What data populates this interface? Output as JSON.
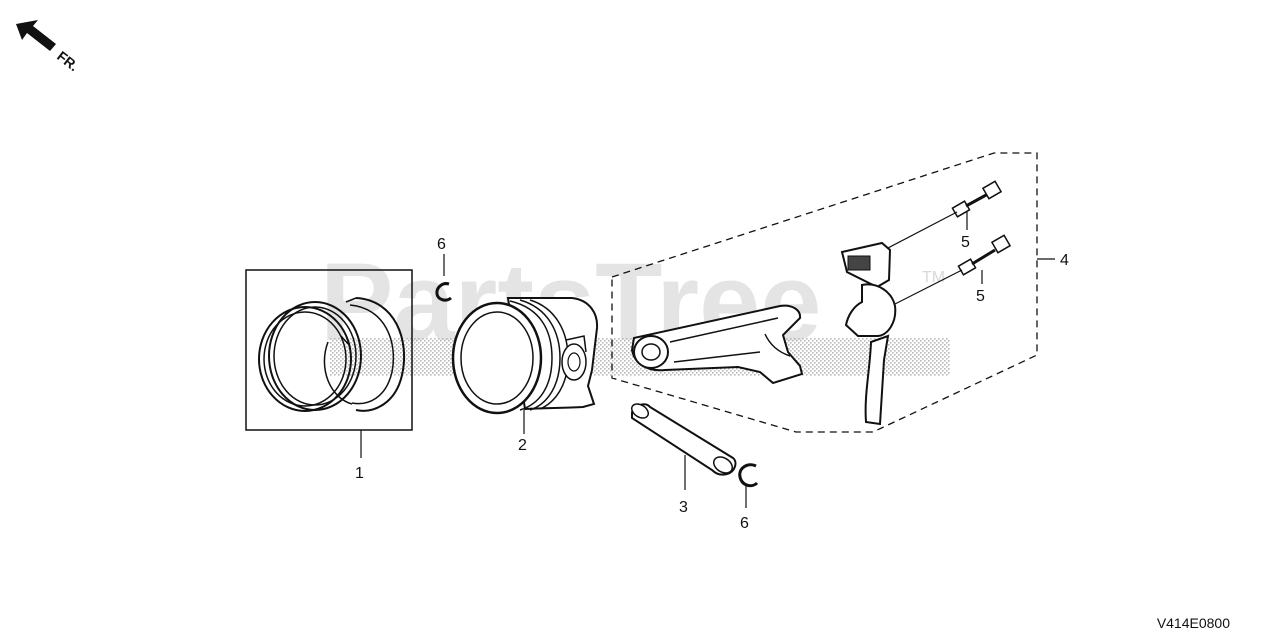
{
  "header": {
    "direction_label": "FR."
  },
  "watermark": {
    "text": "PartsTree",
    "trademark": "TM"
  },
  "callouts": {
    "piston_ring_set": "1",
    "piston": "2",
    "piston_pin": "3",
    "connecting_rod_set": "4",
    "rod_bolt_upper": "5",
    "rod_bolt_lower": "5",
    "pin_clip_top": "6",
    "pin_clip_bottom": "6"
  },
  "footer": {
    "diagram_code": "V414E0800"
  }
}
